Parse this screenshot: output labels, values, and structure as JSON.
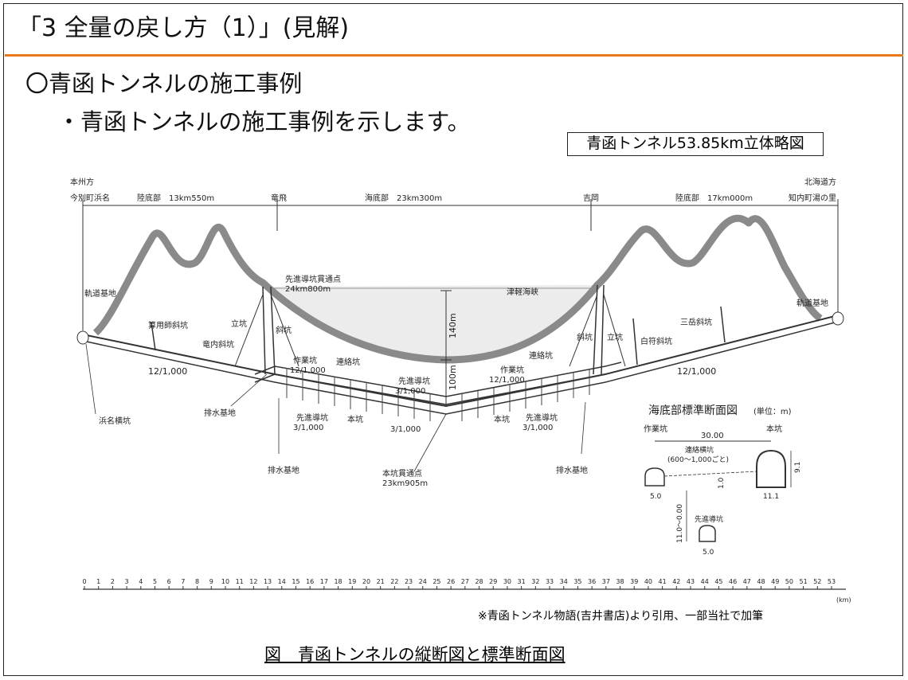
{
  "slide": {
    "title": "「3 全量の戻し方（1）」(見解)",
    "heading": "〇青函トンネルの施工事例",
    "bullet": "・青函トンネルの施工事例を示します。",
    "box_label": "青函トンネル53.85km立体略図",
    "source_note": "※青函トンネル物語(吉井書店)より引用、一部当社で加筆",
    "caption": "図　青函トンネルの縦断図と標準断面図"
  },
  "profile": {
    "top": {
      "honshu_side": "本州方",
      "hokkaido_side": "北海道方",
      "left_end": "今別町浜名",
      "right_end": "知内町湯の里",
      "land_left": "陸底部　13km550m",
      "sea": "海底部　23km300m",
      "land_right": "陸底部　17km000m",
      "tappi": "竜飛",
      "yoshioka": "吉岡"
    },
    "labels": {
      "track_base_left": "軌道基地",
      "track_base_right": "軌道基地",
      "kasayo": "算用師斜坑",
      "tatsu_left": "立坑",
      "shako_left": "斜坑",
      "naisha": "竜内斜坑",
      "pilot_meet": "先進導坑貫通点",
      "pilot_meet_km": "24km800m",
      "strait": "津軽海峡",
      "depth_140": "140m",
      "depth_100": "100m",
      "work_left": "作業坑",
      "work_left_grad": "12/1,000",
      "renraku_left": "連絡坑",
      "pilot_center": "先進導坑",
      "pilot_center_grad": "3/1,000",
      "renraku_right": "連絡坑",
      "work_right": "作業坑",
      "work_right_grad": "12/1,000",
      "shako_right": "斜坑",
      "tatsu_right": "立坑",
      "shiratori": "白符斜坑",
      "mishima": "三岳斜坑",
      "grad_left": "12/1,000",
      "grad_right": "12/1,000",
      "drain_left": "排水基地",
      "pilot_left": "先進導坑",
      "pilot_left_grad": "3/1,000",
      "honko_left": "本坑",
      "honko_center_grad": "3/1,000",
      "honko_right": "本坑",
      "pilot_right": "先進導坑",
      "pilot_right_grad": "3/1,000",
      "hamana": "浜名横坑",
      "drain_bottom_left": "排水基地",
      "main_meet": "本坑貫通点",
      "main_meet_km": "23km905m",
      "drain_bottom_right": "排水基地"
    }
  },
  "section": {
    "title": "海底部標準断面図",
    "unit": "(単位：m)",
    "work_tunnel": "作業坑",
    "main_tunnel": "本坑",
    "spacing": "30.00",
    "connector": "連絡横坑",
    "connector_interval": "(600〜1,000ごと)",
    "height_main": "9.1",
    "width_work": "5.0",
    "width_main": "11.1",
    "offset": "1.0",
    "vertical_gap": "11.0〜0.00",
    "pilot": "先進導坑",
    "width_pilot": "5.0"
  },
  "scale": {
    "ticks": [
      "0",
      "1",
      "2",
      "3",
      "4",
      "5",
      "6",
      "7",
      "8",
      "9",
      "10",
      "11",
      "12",
      "13",
      "14",
      "15",
      "16",
      "17",
      "18",
      "19",
      "20",
      "21",
      "22",
      "23",
      "24",
      "25",
      "26",
      "27",
      "28",
      "29",
      "30",
      "31",
      "32",
      "33",
      "34",
      "35",
      "36",
      "37",
      "38",
      "39",
      "40",
      "41",
      "42",
      "43",
      "44",
      "45",
      "46",
      "47",
      "48",
      "49",
      "50",
      "51",
      "52",
      "53"
    ],
    "unit": "(km)"
  },
  "colors": {
    "accent_rule": "#e87a1c",
    "ground": "#8a8a8a",
    "sea": "#ececec"
  }
}
